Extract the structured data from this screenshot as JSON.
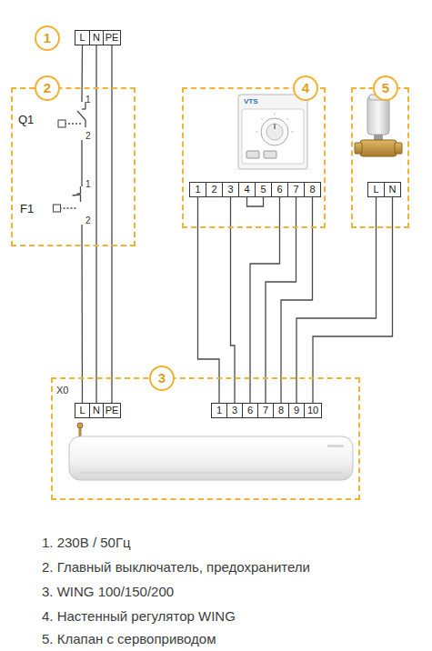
{
  "diagram": {
    "nodes": [
      {
        "text": [
          "1"
        ]
      },
      {
        "text": [
          "L"
        ]
      },
      {
        "text": [
          "N"
        ]
      },
      {
        "text": [
          "PE"
        ]
      },
      {
        "text": [
          "2"
        ]
      },
      {
        "text": [
          "Q1"
        ],
        "in": 4
      },
      {
        "text": [
          "F1"
        ],
        "in": 4
      },
      {
        "text": [
          "4"
        ]
      },
      {
        "text": [
          "1"
        ],
        "in": 7
      },
      {
        "text": [
          "2"
        ],
        "in": 7
      },
      {
        "text": [
          "3"
        ],
        "in": 7
      },
      {
        "text": [
          "4"
        ],
        "in": 7
      },
      {
        "text": [
          "5"
        ],
        "in": 7
      },
      {
        "text": [
          "6"
        ],
        "in": 7
      },
      {
        "text": [
          "7"
        ],
        "in": 7
      },
      {
        "text": [
          "8"
        ],
        "in": 7
      },
      {
        "text": [
          "5"
        ]
      },
      {
        "text": [
          "L"
        ],
        "in": 16
      },
      {
        "text": [
          "N"
        ],
        "in": 16
      },
      {
        "text": [
          "3"
        ]
      },
      {
        "text": [
          "L"
        ],
        "in": 19
      },
      {
        "text": [
          "N"
        ],
        "in": 19
      },
      {
        "text": [
          "PE"
        ],
        "in": 19
      },
      {
        "text": [
          "1"
        ],
        "in": 19
      },
      {
        "text": [
          "3"
        ],
        "in": 19
      },
      {
        "text": [
          "6"
        ],
        "in": 19
      },
      {
        "text": [
          "7"
        ],
        "in": 19
      },
      {
        "text": [
          "8"
        ],
        "in": 19
      },
      {
        "text": [
          "9"
        ],
        "in": 19
      },
      {
        "text": [
          "10"
        ],
        "in": 19
      }
    ],
    "edges": [
      {
        "from": 1,
        "to": 5,
        "arrow": "none"
      },
      {
        "from": 5,
        "to": 6,
        "arrow": "none"
      },
      {
        "from": 6,
        "to": 20,
        "arrow": "none"
      },
      {
        "from": 2,
        "to": 21,
        "arrow": "none"
      },
      {
        "from": 3,
        "to": 22,
        "arrow": "none"
      },
      {
        "from": 8,
        "to": 23,
        "arrow": "none"
      },
      {
        "from": 10,
        "to": 24,
        "arrow": "none"
      },
      {
        "from": 11,
        "to": 12,
        "arrow": "none"
      },
      {
        "from": 13,
        "to": 25,
        "arrow": "none"
      },
      {
        "from": 14,
        "to": 26,
        "arrow": "none"
      },
      {
        "from": 15,
        "to": 27,
        "arrow": "none"
      },
      {
        "from": 17,
        "to": 28,
        "arrow": "none"
      },
      {
        "from": 18,
        "to": 29,
        "arrow": "none"
      }
    ],
    "labels": [
      "1",
      "2",
      "1",
      "2",
      "VTS",
      "X0",
      "1. 230В / 50Гц",
      "2. Главный выключатель, предохранители",
      "3. WING 100/150/200",
      "4. Настенный регулятор WING",
      "5. Клапан с сервоприводом"
    ]
  }
}
